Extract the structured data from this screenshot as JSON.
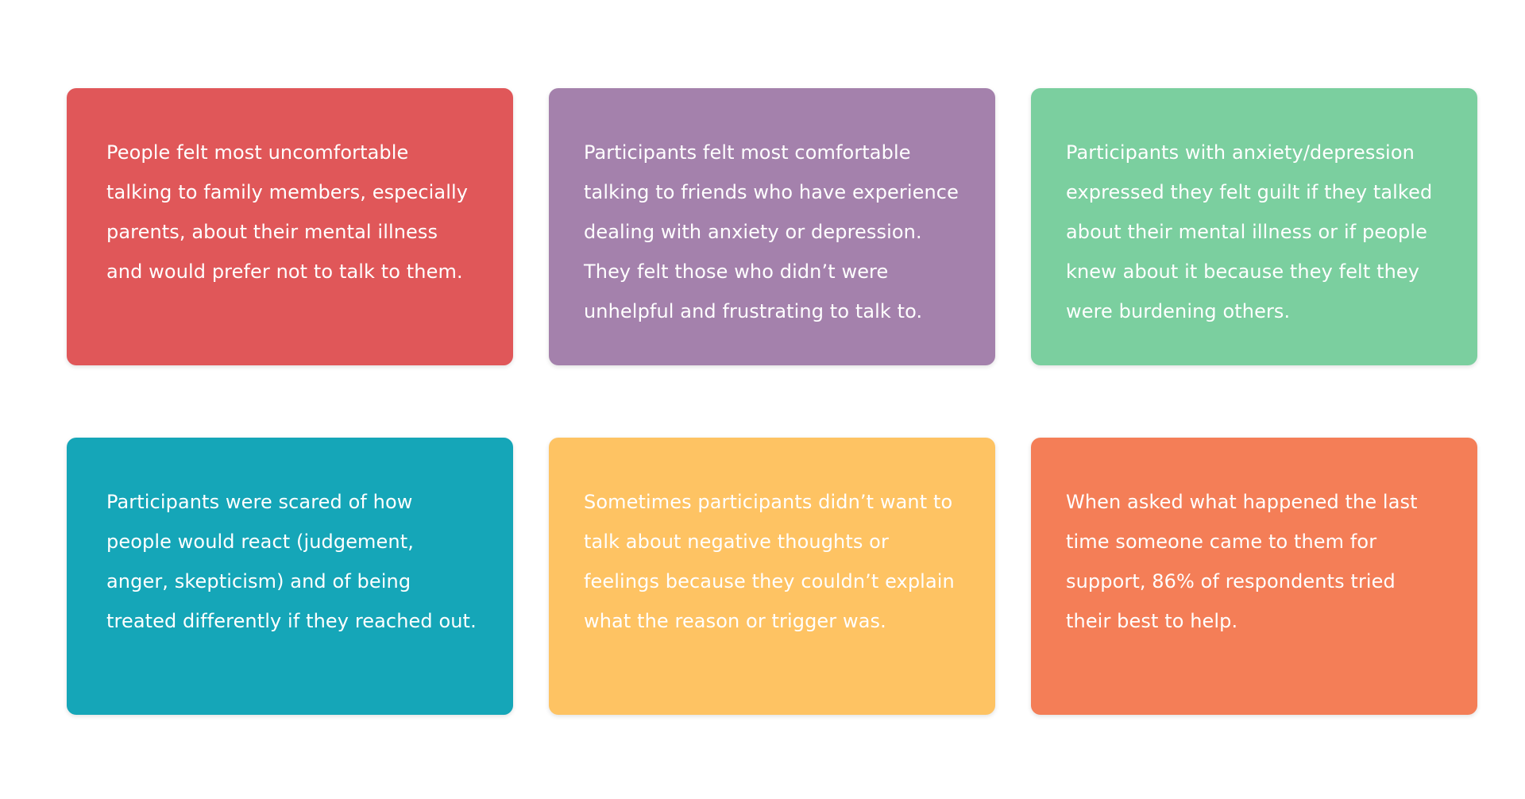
{
  "cards": [
    {
      "text": "People felt most uncomfortable talking to family members, especially parents, about their mental illness and would prefer not to talk to them.",
      "color": "#E05759"
    },
    {
      "text": "Participants felt most comfortable talking to friends who have experience dealing with anxiety or depression. They felt those who didn’t were unhelpful and frustrating to talk to.",
      "color": "#A481AC"
    },
    {
      "text": "Participants with anxiety/depression expressed they felt guilt if they talked about their mental illness or if people knew about it because they felt they were burdening others.",
      "color": "#7BCF9F"
    },
    {
      "text": "Participants were scared of how people would react (judgement, anger, skepticism) and of being treated differently if they reached out.",
      "color": "#15A6B8"
    },
    {
      "text": "Sometimes participants didn’t want to talk about negative thoughts or feelings because they couldn’t explain what the reason or trigger was.",
      "color": "#FEC363"
    },
    {
      "text": "When asked what happened the last time someone came to them for support, 86% of respondents tried their best to help.",
      "color": "#F47E57"
    }
  ]
}
